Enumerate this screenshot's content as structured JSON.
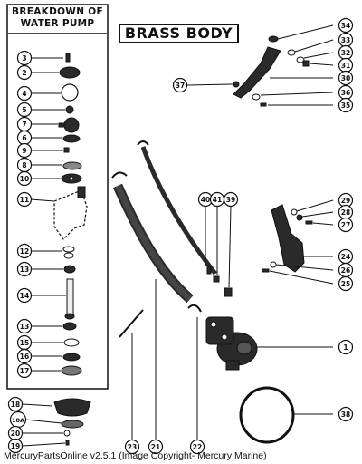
{
  "sidebar": {
    "title_line1": "BREAKDOWN OF",
    "title_line2": "WATER PUMP",
    "labels": [
      "3",
      "2",
      "4",
      "5",
      "7",
      "6",
      "9",
      "8",
      "10",
      "11",
      "12",
      "13",
      "14",
      "13",
      "15",
      "16",
      "17"
    ]
  },
  "title": "BRASS BODY",
  "lower_left_labels": [
    "18",
    "18A",
    "20",
    "19"
  ],
  "labels_main": [
    "34",
    "33",
    "32",
    "31",
    "37",
    "30",
    "36",
    "35",
    "29",
    "28",
    "27",
    "40",
    "41",
    "39",
    "24",
    "26",
    "25",
    "1",
    "38",
    "23",
    "21",
    "22"
  ],
  "footer": "MercuryPartsOnline v2.5.1 (Image Copyright- Mercury Marine)",
  "colors": {
    "ink": "#111111",
    "paper": "#ffffff",
    "part_fill": "#2a2a2a"
  }
}
